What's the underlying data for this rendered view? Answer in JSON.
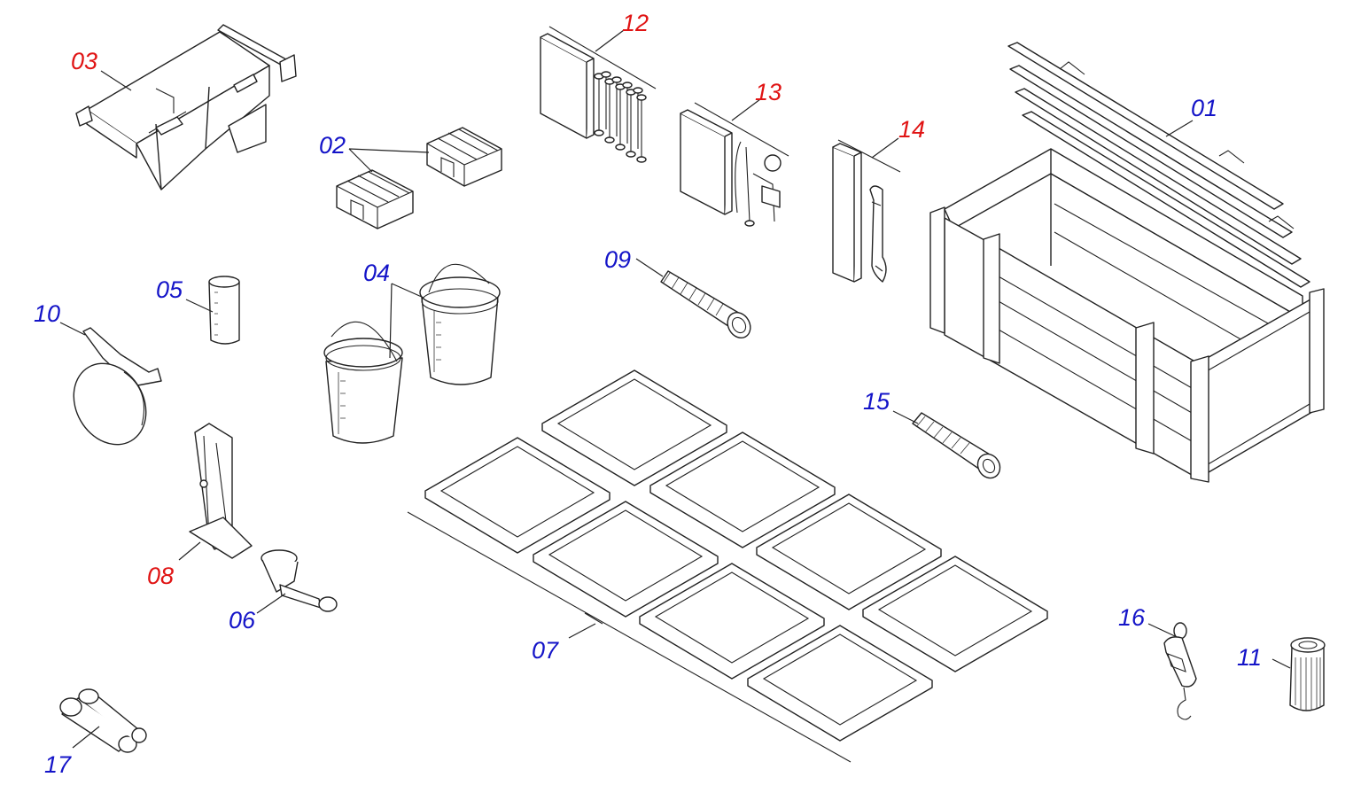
{
  "colors": {
    "primary_label": "#1414c8",
    "special_label": "#e01414",
    "line": "#222222",
    "background": "#ffffff"
  },
  "labels": {
    "l01": {
      "text": "01",
      "kind": "primary"
    },
    "l02": {
      "text": "02",
      "kind": "primary"
    },
    "l03": {
      "text": "03",
      "kind": "special"
    },
    "l04": {
      "text": "04",
      "kind": "primary"
    },
    "l05": {
      "text": "05",
      "kind": "primary"
    },
    "l06": {
      "text": "06",
      "kind": "primary"
    },
    "l07": {
      "text": "07",
      "kind": "primary"
    },
    "l08": {
      "text": "08",
      "kind": "special"
    },
    "l09": {
      "text": "09",
      "kind": "primary"
    },
    "l10": {
      "text": "10",
      "kind": "primary"
    },
    "l11": {
      "text": "11",
      "kind": "primary"
    },
    "l12": {
      "text": "12",
      "kind": "special"
    },
    "l13": {
      "text": "13",
      "kind": "special"
    },
    "l14": {
      "text": "14",
      "kind": "special"
    },
    "l15": {
      "text": "15",
      "kind": "primary"
    },
    "l16": {
      "text": "16",
      "kind": "primary"
    },
    "l17": {
      "text": "17",
      "kind": "primary"
    }
  }
}
